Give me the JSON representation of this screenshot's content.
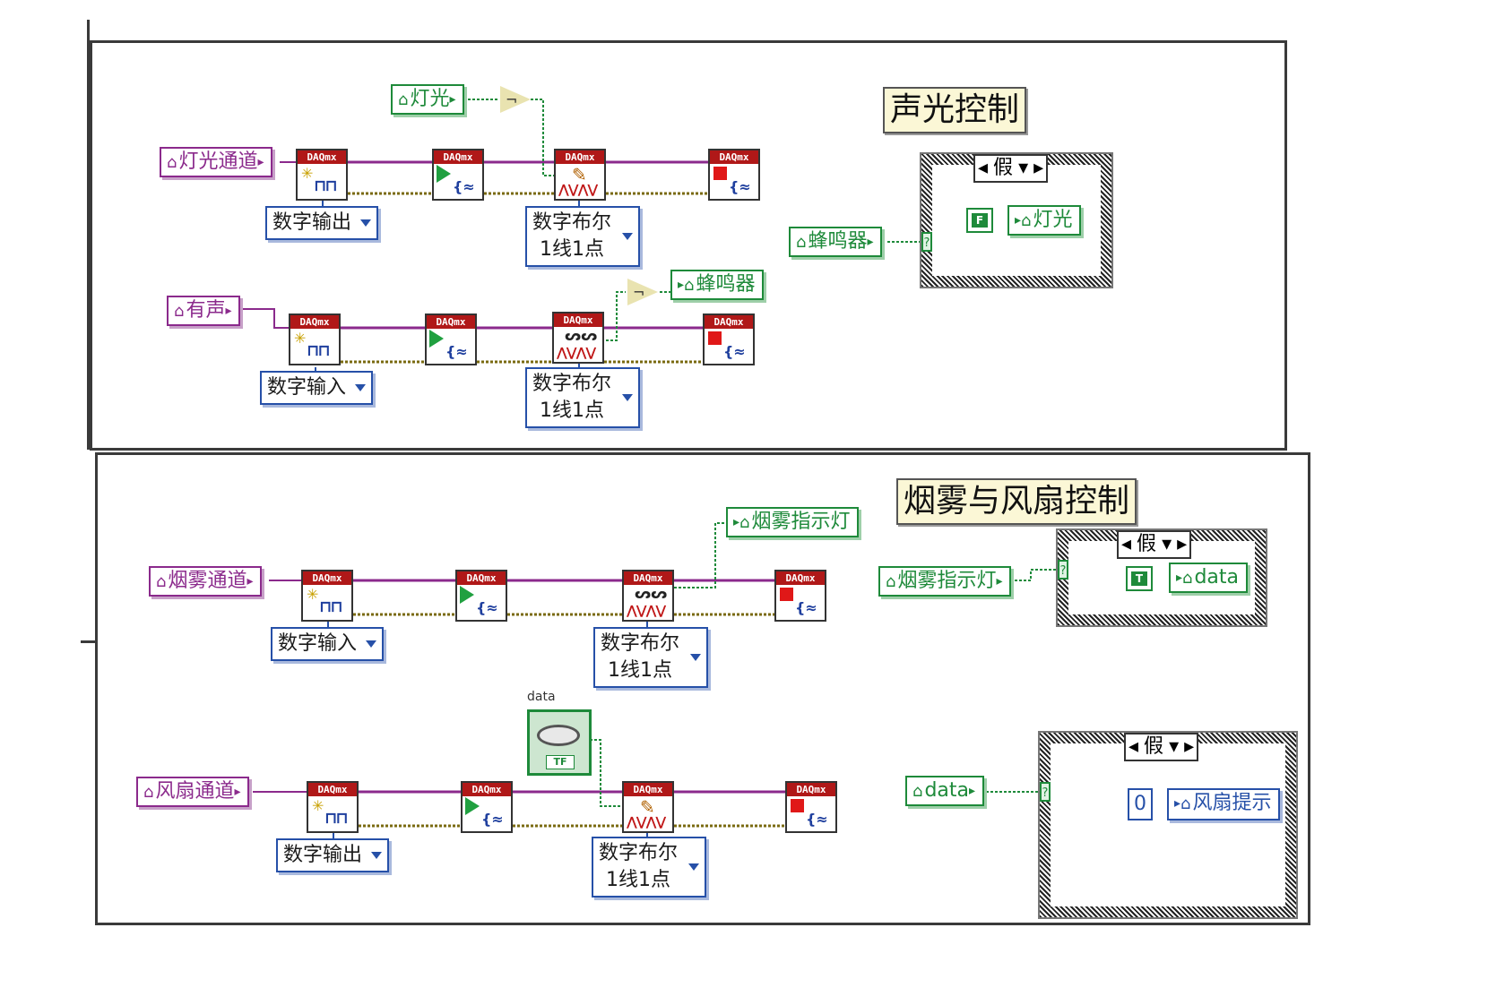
{
  "panel_top": {
    "title": "声光控制",
    "controls": {
      "light_channel": "灯光通道",
      "light": "灯光",
      "has_sound": "有声",
      "buzzer_in": "蜂鸣器"
    },
    "indicators": {
      "buzzer_out": "蜂鸣器"
    },
    "vi_header": "DAQmx",
    "dropdowns": {
      "digital_output": "数字输出",
      "digital_input": "数字输入",
      "bool_line1": "数字布尔",
      "bool_line2": "1线1点"
    },
    "case_structure": {
      "selector": "假",
      "const_label": "F",
      "target": "灯光"
    }
  },
  "panel_bottom": {
    "title": "烟雾与风扇控制",
    "controls": {
      "smoke_channel": "烟雾通道",
      "fan_channel": "风扇通道",
      "smoke_indicator_in": "烟雾指示灯",
      "data_in": "data"
    },
    "indicators": {
      "smoke_indicator_out": "烟雾指示灯"
    },
    "led_label": "data",
    "led_tf": "TF",
    "vi_header": "DAQmx",
    "dropdowns": {
      "digital_input": "数字输入",
      "digital_output": "数字输出",
      "bool_line1": "数字布尔",
      "bool_line2": "1线1点"
    },
    "case_top": {
      "selector": "假",
      "const_label": "T",
      "target": "data"
    },
    "case_bottom": {
      "selector": "假",
      "const_value": "0",
      "target": "风扇提示"
    }
  },
  "icons": {
    "select_terminal": "?",
    "not_symbol": "¬"
  }
}
